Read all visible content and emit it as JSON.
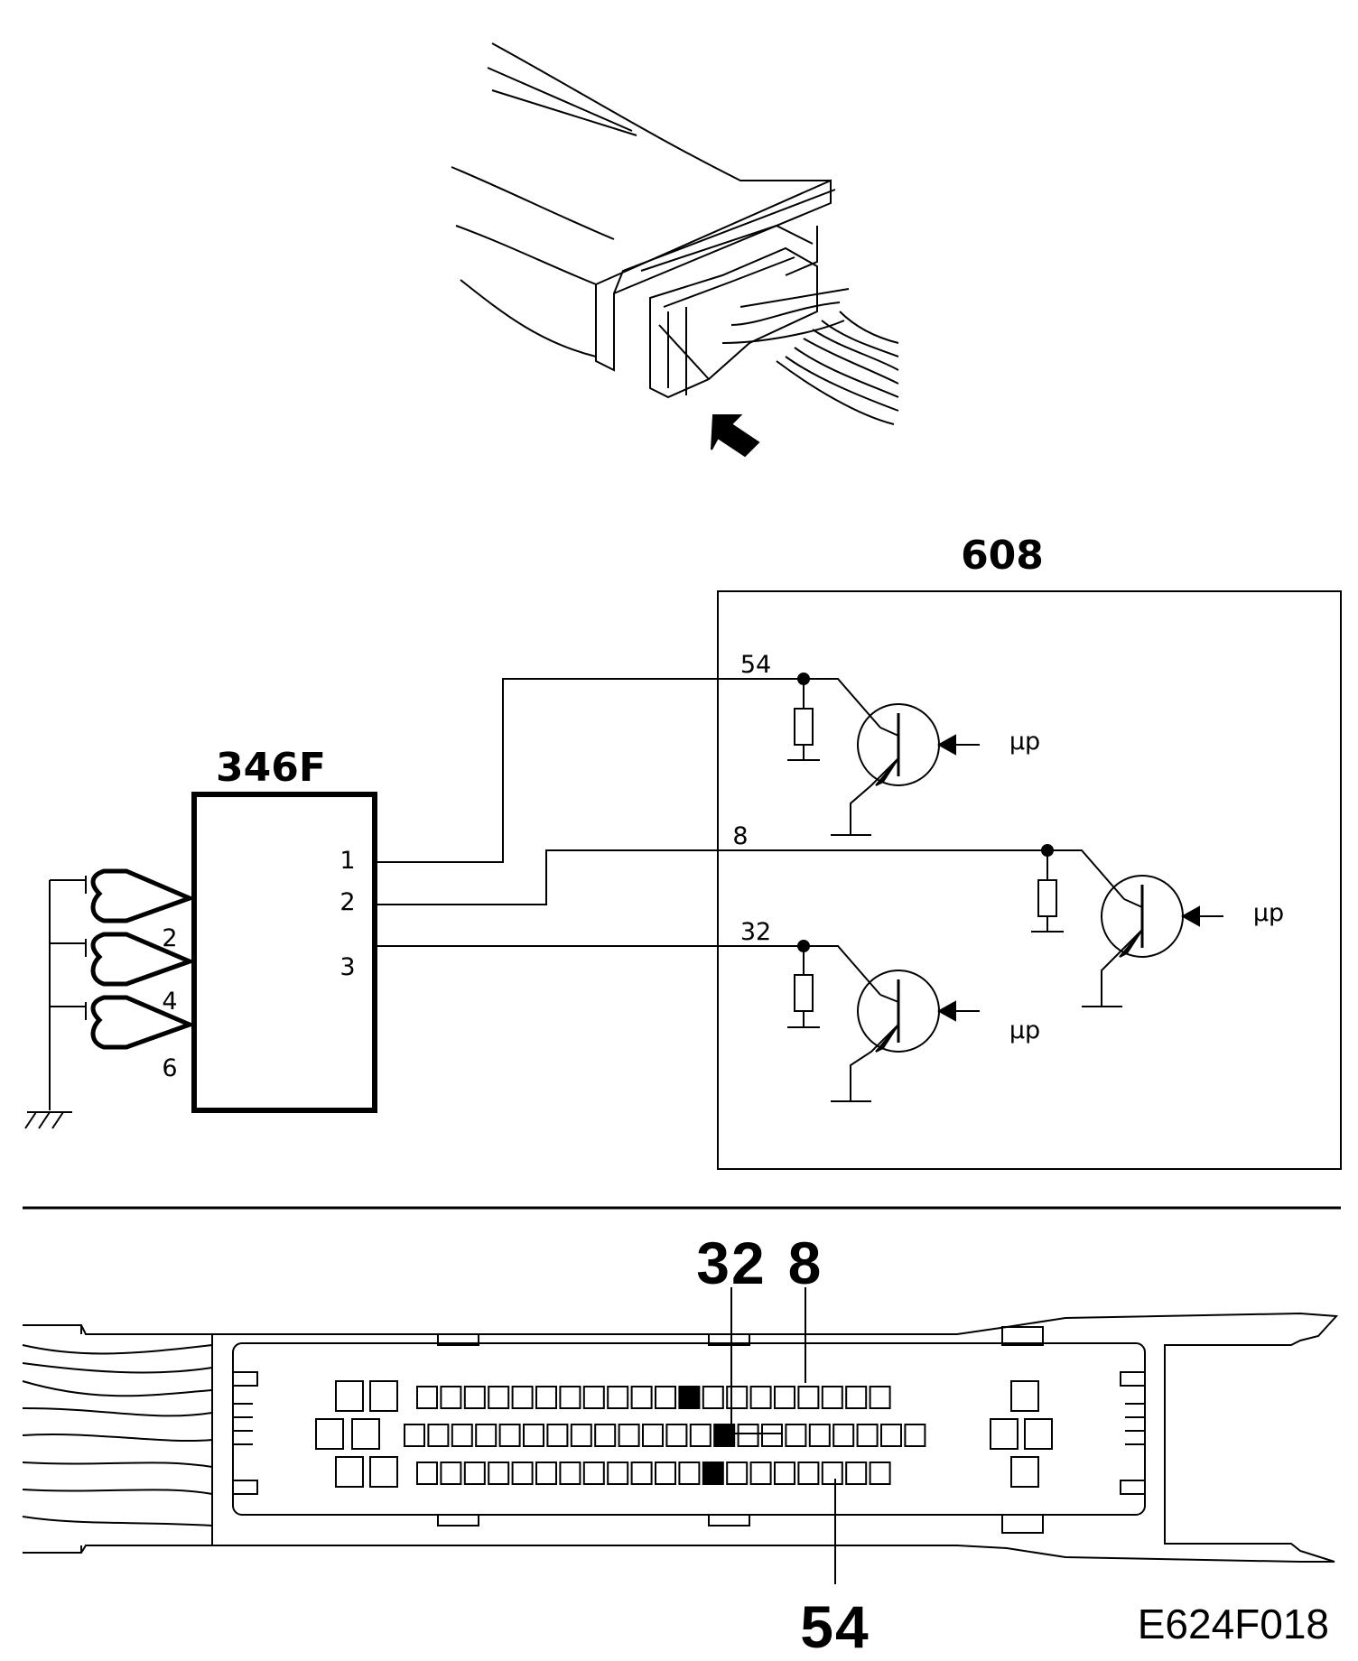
{
  "module_608": {
    "label": "608"
  },
  "sensor_346F": {
    "label": "346F",
    "output_pins": [
      "1",
      "2",
      "3"
    ],
    "input_pins": [
      "2",
      "4",
      "6"
    ]
  },
  "ecu_inputs": [
    {
      "pin": "54",
      "signal": "µp"
    },
    {
      "pin": "8",
      "signal": "µp"
    },
    {
      "pin": "32",
      "signal": "µp"
    }
  ],
  "connector_callouts": {
    "top_left": "32",
    "top_right": "8",
    "bottom": "54"
  },
  "figure_ref": "E624F018",
  "colors": {
    "ink": "#000000",
    "paper": "#ffffff"
  }
}
